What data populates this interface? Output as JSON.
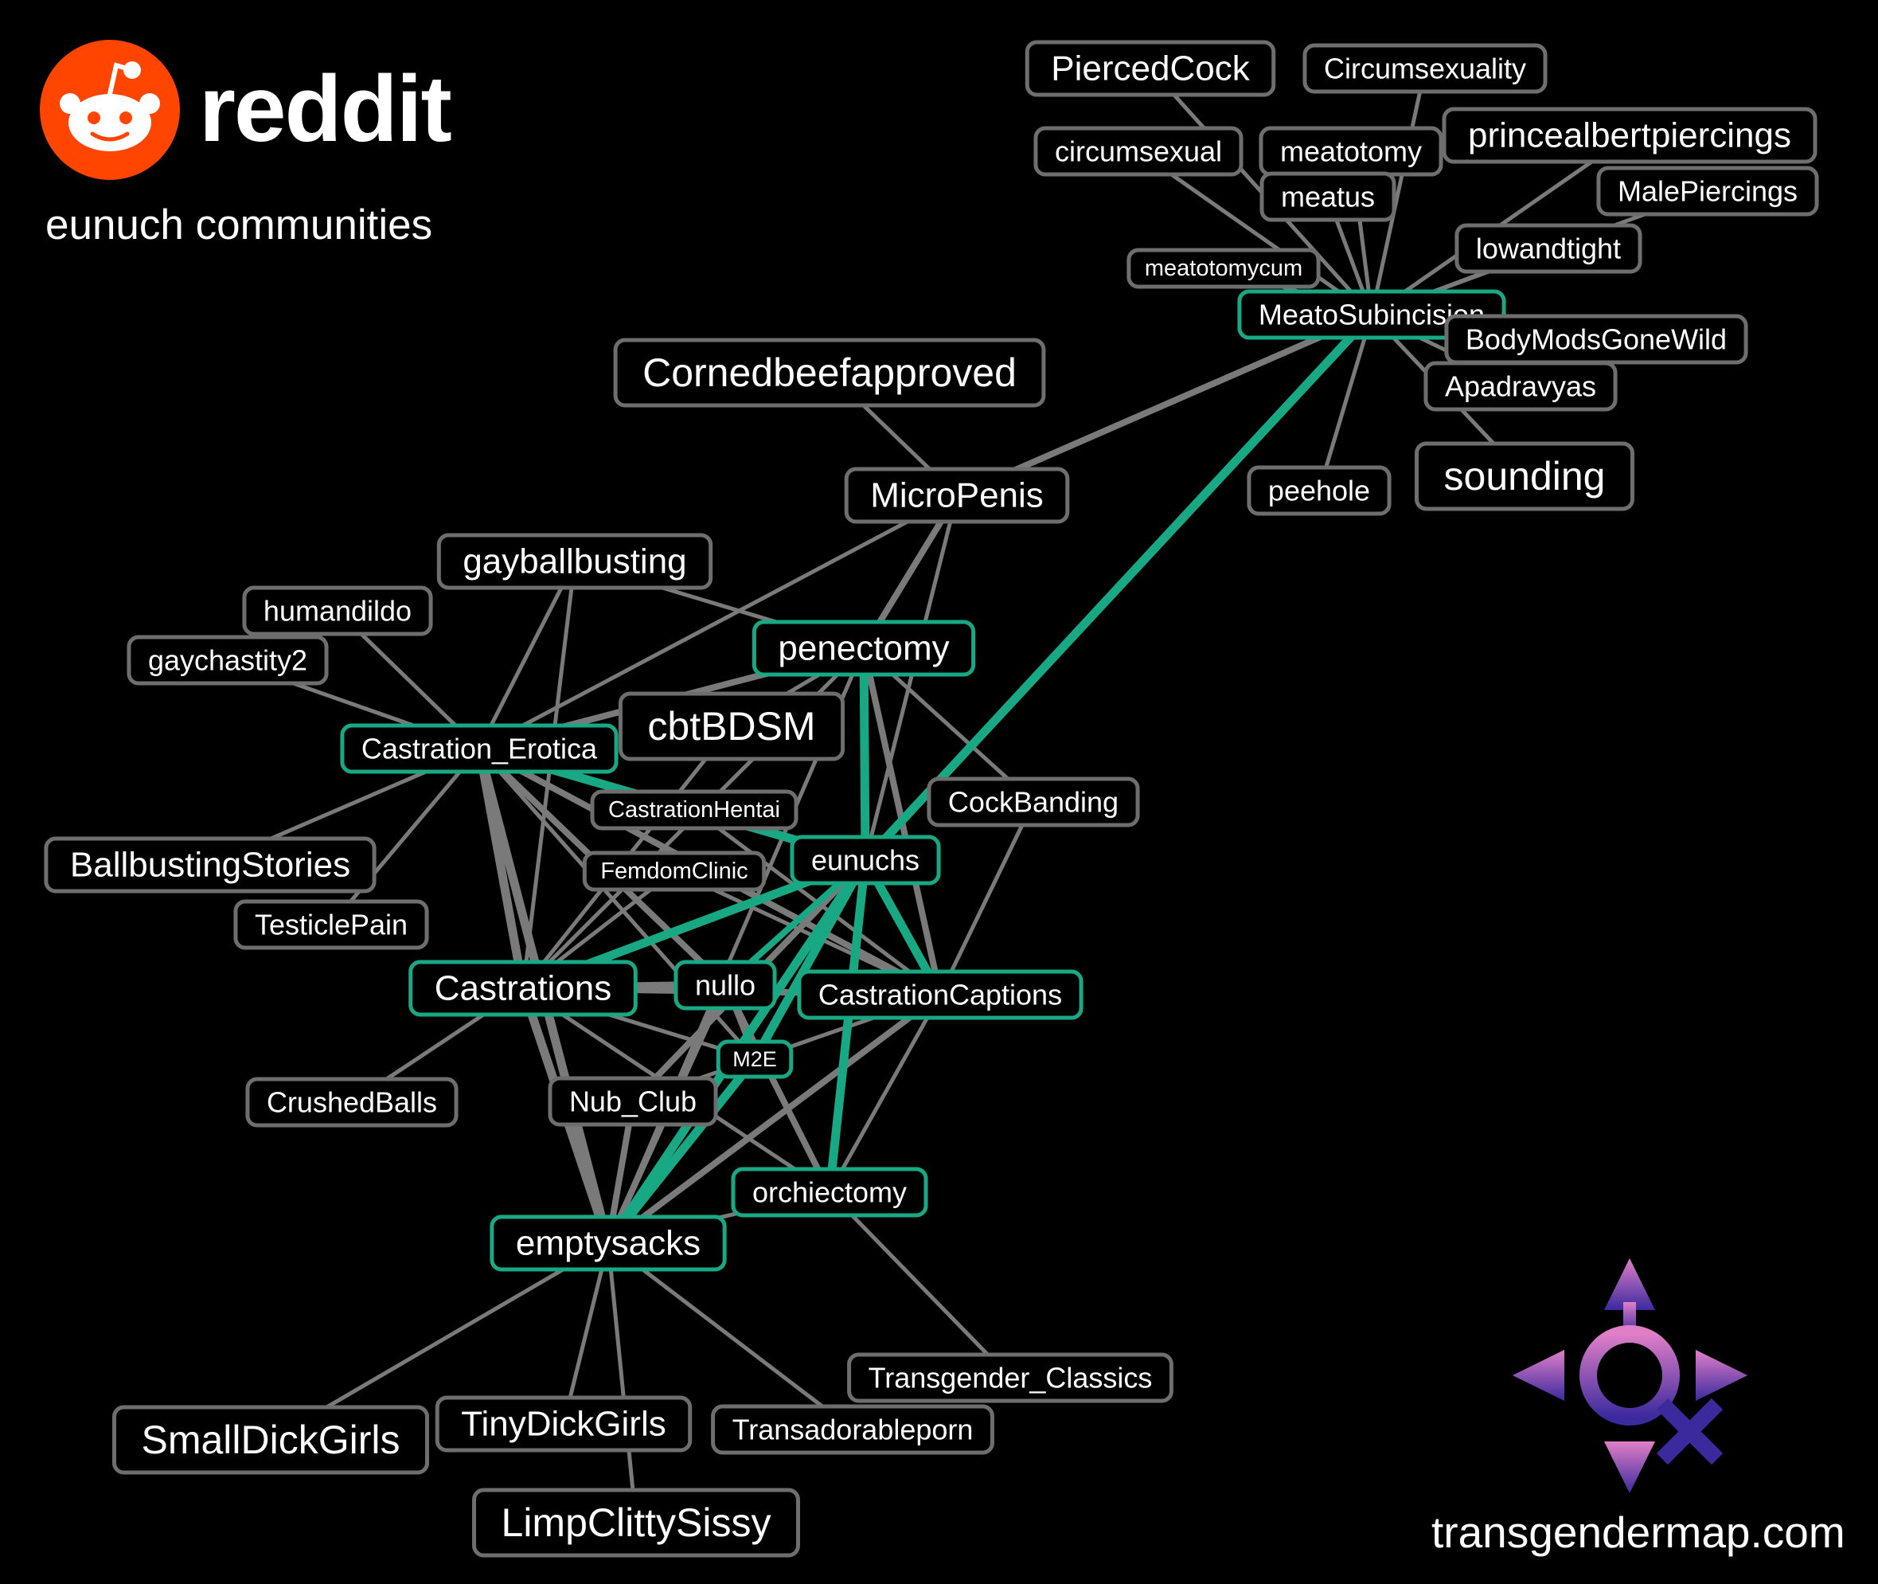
{
  "brand": {
    "logo_text": "reddit",
    "subtitle": "eunuch communities",
    "site": "transgendermap.com"
  },
  "colors": {
    "background": "#000000",
    "node_fill": "#000000",
    "node_border_default": "#6e6e6e",
    "node_border_highlight": "#18a883",
    "edge_default": "#7a7a7a",
    "edge_highlight": "#18a883",
    "text": "#ffffff",
    "reddit_orange": "#ff4500"
  },
  "nodes": [
    {
      "id": "PiercedCock",
      "label": "PiercedCock",
      "size": "l"
    },
    {
      "id": "Circumsexuality",
      "label": "Circumsexuality",
      "size": "m"
    },
    {
      "id": "circumsexual",
      "label": "circumsexual",
      "size": "m"
    },
    {
      "id": "meatotomy",
      "label": "meatotomy",
      "size": "m"
    },
    {
      "id": "princealbertpiercings",
      "label": "princealbertpiercings",
      "size": "l"
    },
    {
      "id": "meatus",
      "label": "meatus",
      "size": "m"
    },
    {
      "id": "MalePiercings",
      "label": "MalePiercings",
      "size": "m"
    },
    {
      "id": "lowandtight",
      "label": "lowandtight",
      "size": "m"
    },
    {
      "id": "meatotomycum",
      "label": "meatotomycum",
      "size": "s"
    },
    {
      "id": "MeatoSubincision",
      "label": "MeatoSubincision",
      "size": "m",
      "highlight": true
    },
    {
      "id": "BodyModsGoneWild",
      "label": "BodyModsGoneWild",
      "size": "m"
    },
    {
      "id": "Apadravyas",
      "label": "Apadravyas",
      "size": "m"
    },
    {
      "id": "Cornedbeefapproved",
      "label": "Cornedbeefapproved",
      "size": "xl"
    },
    {
      "id": "peehole",
      "label": "peehole",
      "size": "m"
    },
    {
      "id": "sounding",
      "label": "sounding",
      "size": "xl"
    },
    {
      "id": "MicroPenis",
      "label": "MicroPenis",
      "size": "l"
    },
    {
      "id": "gayballbusting",
      "label": "gayballbusting",
      "size": "l"
    },
    {
      "id": "humandildo",
      "label": "humandildo",
      "size": "m"
    },
    {
      "id": "gaychastity2",
      "label": "gaychastity2",
      "size": "m"
    },
    {
      "id": "penectomy",
      "label": "penectomy",
      "size": "l",
      "highlight": true
    },
    {
      "id": "cbtBDSM",
      "label": "cbtBDSM",
      "size": "xl"
    },
    {
      "id": "Castration_Erotica",
      "label": "Castration_Erotica",
      "size": "m",
      "highlight": true
    },
    {
      "id": "CastrationHentai",
      "label": "CastrationHentai",
      "size": "s"
    },
    {
      "id": "CockBanding",
      "label": "CockBanding",
      "size": "m"
    },
    {
      "id": "eunuchs",
      "label": "eunuchs",
      "size": "m",
      "highlight": true
    },
    {
      "id": "FemdomClinic",
      "label": "FemdomClinic",
      "size": "s"
    },
    {
      "id": "BallbustingStories",
      "label": "BallbustingStories",
      "size": "l"
    },
    {
      "id": "TesticlePain",
      "label": "TesticlePain",
      "size": "m"
    },
    {
      "id": "Castrations",
      "label": "Castrations",
      "size": "l",
      "highlight": true
    },
    {
      "id": "nullo",
      "label": "nullo",
      "size": "m",
      "highlight": true
    },
    {
      "id": "CastrationCaptions",
      "label": "CastrationCaptions",
      "size": "m",
      "highlight": true
    },
    {
      "id": "M2E",
      "label": "M2E",
      "size": "xs",
      "highlight": true
    },
    {
      "id": "CrushedBalls",
      "label": "CrushedBalls",
      "size": "m"
    },
    {
      "id": "Nub_Club",
      "label": "Nub_Club",
      "size": "m"
    },
    {
      "id": "orchiectomy",
      "label": "orchiectomy",
      "size": "m",
      "highlight": true
    },
    {
      "id": "emptysacks",
      "label": "emptysacks",
      "size": "l",
      "highlight": true
    },
    {
      "id": "Transgender_Classics",
      "label": "Transgender_Classics",
      "size": "m"
    },
    {
      "id": "SmallDickGirls",
      "label": "SmallDickGirls",
      "size": "xl"
    },
    {
      "id": "TinyDickGirls",
      "label": "TinyDickGirls",
      "size": "l"
    },
    {
      "id": "Transadorableporn",
      "label": "Transadorableporn",
      "size": "m"
    },
    {
      "id": "LimpClittySissy",
      "label": "LimpClittySissy",
      "size": "xl"
    }
  ],
  "edges": [
    [
      "MeatoSubincision",
      "PiercedCock",
      1
    ],
    [
      "MeatoSubincision",
      "Circumsexuality",
      1
    ],
    [
      "MeatoSubincision",
      "circumsexual",
      1
    ],
    [
      "MeatoSubincision",
      "meatotomy",
      1
    ],
    [
      "MeatoSubincision",
      "princealbertpiercings",
      1
    ],
    [
      "MeatoSubincision",
      "meatus",
      1
    ],
    [
      "MeatoSubincision",
      "MalePiercings",
      1
    ],
    [
      "MeatoSubincision",
      "lowandtight",
      1
    ],
    [
      "MeatoSubincision",
      "meatotomycum",
      1
    ],
    [
      "MeatoSubincision",
      "BodyModsGoneWild",
      1
    ],
    [
      "MeatoSubincision",
      "Apadravyas",
      1
    ],
    [
      "MeatoSubincision",
      "peehole",
      1
    ],
    [
      "MeatoSubincision",
      "sounding",
      1
    ],
    [
      "MeatoSubincision",
      "MicroPenis",
      2
    ],
    [
      "MeatoSubincision",
      "eunuchs",
      3,
      true
    ],
    [
      "Cornedbeefapproved",
      "MicroPenis",
      1
    ],
    [
      "MicroPenis",
      "penectomy",
      2
    ],
    [
      "MicroPenis",
      "eunuchs",
      1
    ],
    [
      "MicroPenis",
      "Castration_Erotica",
      1
    ],
    [
      "gayballbusting",
      "penectomy",
      1
    ],
    [
      "gayballbusting",
      "Castration_Erotica",
      1
    ],
    [
      "gayballbusting",
      "Castrations",
      1
    ],
    [
      "humandildo",
      "Castration_Erotica",
      1
    ],
    [
      "gaychastity2",
      "Castration_Erotica",
      1
    ],
    [
      "penectomy",
      "Castration_Erotica",
      2
    ],
    [
      "penectomy",
      "eunuchs",
      3,
      true
    ],
    [
      "penectomy",
      "cbtBDSM",
      1
    ],
    [
      "penectomy",
      "CastrationCaptions",
      2
    ],
    [
      "penectomy",
      "Castrations",
      1
    ],
    [
      "penectomy",
      "emptysacks",
      1
    ],
    [
      "penectomy",
      "CockBanding",
      1
    ],
    [
      "Castration_Erotica",
      "eunuchs",
      3,
      true
    ],
    [
      "Castration_Erotica",
      "Castrations",
      3
    ],
    [
      "Castration_Erotica",
      "CastrationCaptions",
      2
    ],
    [
      "Castration_Erotica",
      "emptysacks",
      3
    ],
    [
      "Castration_Erotica",
      "nullo",
      2
    ],
    [
      "Castration_Erotica",
      "BallbustingStories",
      1
    ],
    [
      "Castration_Erotica",
      "TesticlePain",
      1
    ],
    [
      "Castration_Erotica",
      "M2E",
      1
    ],
    [
      "Castration_Erotica",
      "CastrationHentai",
      1
    ],
    [
      "CastrationHentai",
      "CastrationCaptions",
      1
    ],
    [
      "FemdomClinic",
      "Castrations",
      1
    ],
    [
      "FemdomClinic",
      "CastrationCaptions",
      1
    ],
    [
      "cbtBDSM",
      "Castrations",
      1
    ],
    [
      "CockBanding",
      "CastrationCaptions",
      1
    ],
    [
      "eunuchs",
      "Castrations",
      3,
      true
    ],
    [
      "eunuchs",
      "CastrationCaptions",
      3,
      true
    ],
    [
      "eunuchs",
      "nullo",
      2,
      true
    ],
    [
      "eunuchs",
      "M2E",
      3,
      true
    ],
    [
      "eunuchs",
      "emptysacks",
      3,
      true
    ],
    [
      "eunuchs",
      "orchiectomy",
      3,
      true
    ],
    [
      "eunuchs",
      "Nub_Club",
      2
    ],
    [
      "Castrations",
      "nullo",
      3
    ],
    [
      "Castrations",
      "CastrationCaptions",
      2
    ],
    [
      "Castrations",
      "emptysacks",
      3
    ],
    [
      "Castrations",
      "CrushedBalls",
      1
    ],
    [
      "Castrations",
      "M2E",
      1
    ],
    [
      "Castrations",
      "orchiectomy",
      1
    ],
    [
      "nullo",
      "emptysacks",
      2
    ],
    [
      "nullo",
      "M2E",
      1
    ],
    [
      "nullo",
      "orchiectomy",
      2
    ],
    [
      "CastrationCaptions",
      "emptysacks",
      2
    ],
    [
      "CastrationCaptions",
      "Nub_Club",
      1
    ],
    [
      "CastrationCaptions",
      "orchiectomy",
      1
    ],
    [
      "M2E",
      "emptysacks",
      3,
      true
    ],
    [
      "Nub_Club",
      "emptysacks",
      2
    ],
    [
      "orchiectomy",
      "emptysacks",
      1
    ],
    [
      "orchiectomy",
      "Transgender_Classics",
      1
    ],
    [
      "emptysacks",
      "SmallDickGirls",
      1
    ],
    [
      "emptysacks",
      "TinyDickGirls",
      1
    ],
    [
      "emptysacks",
      "Transadorableporn",
      1
    ],
    [
      "emptysacks",
      "LimpClittySissy",
      1
    ]
  ]
}
